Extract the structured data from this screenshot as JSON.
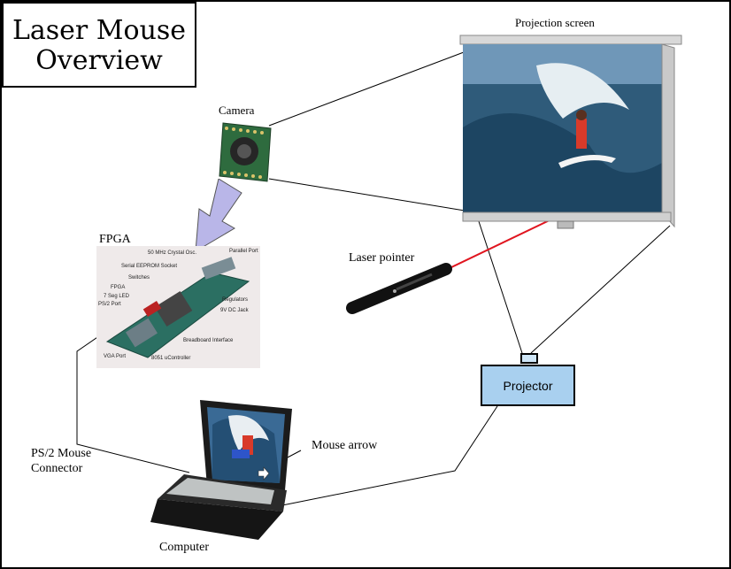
{
  "title": {
    "line1": "Laser Mouse",
    "line2": "Overview"
  },
  "labels": {
    "projection_screen": "Projection screen",
    "camera": "Camera",
    "fpga": "FPGA",
    "laser_pointer": "Laser pointer",
    "projector": "Projector",
    "ps2_line1": "PS/2 Mouse",
    "ps2_line2": "Connector",
    "mouse_arrow": "Mouse arrow",
    "computer": "Computer"
  },
  "fpga_board_labels": [
    "50 MHz Crystal Osc.",
    "Serial EEPROM Socket",
    "Switches",
    "FPGA",
    "7 Seg LED",
    "PS/2 Port",
    "VGA Port",
    "Parallel Port",
    "Regulators",
    "9V DC Jack",
    "Breadboard Interface",
    "8051 uController"
  ],
  "colors": {
    "projector_fill": "#a9d0ef",
    "laser_beam": "#e0151f",
    "arrow_fill": "#b9b6e8"
  },
  "icons": [
    "projection-screen-image",
    "camera-module-image",
    "fpga-board-image",
    "laser-pointer-image",
    "laptop-image",
    "down-arrow-icon"
  ]
}
